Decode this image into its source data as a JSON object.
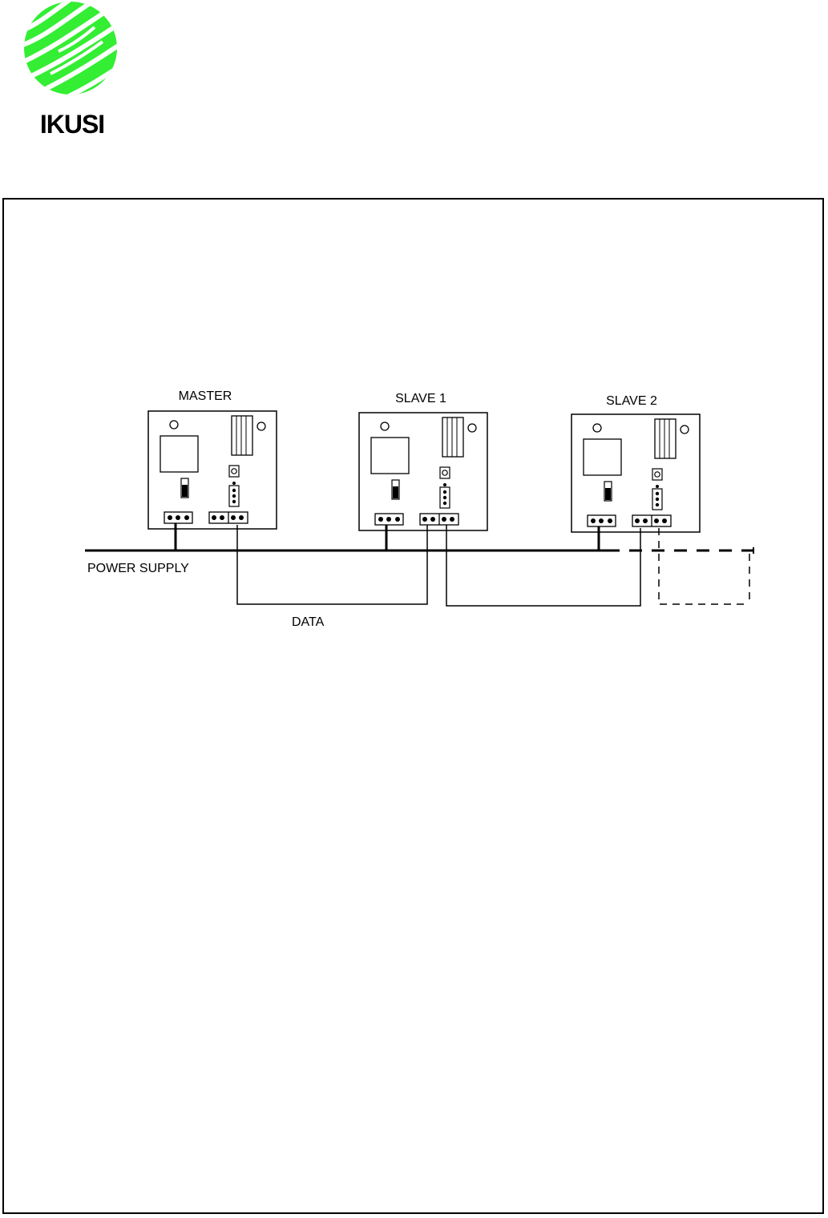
{
  "logo": {
    "text": "IKUSI",
    "brand_color": "#33ee33",
    "text_color": "#000000"
  },
  "diagram": {
    "devices": [
      {
        "label": "MASTER"
      },
      {
        "label": "SLAVE 1"
      },
      {
        "label": "SLAVE 2"
      }
    ],
    "power_label": "POWER SUPPLY",
    "data_label": "DATA"
  }
}
